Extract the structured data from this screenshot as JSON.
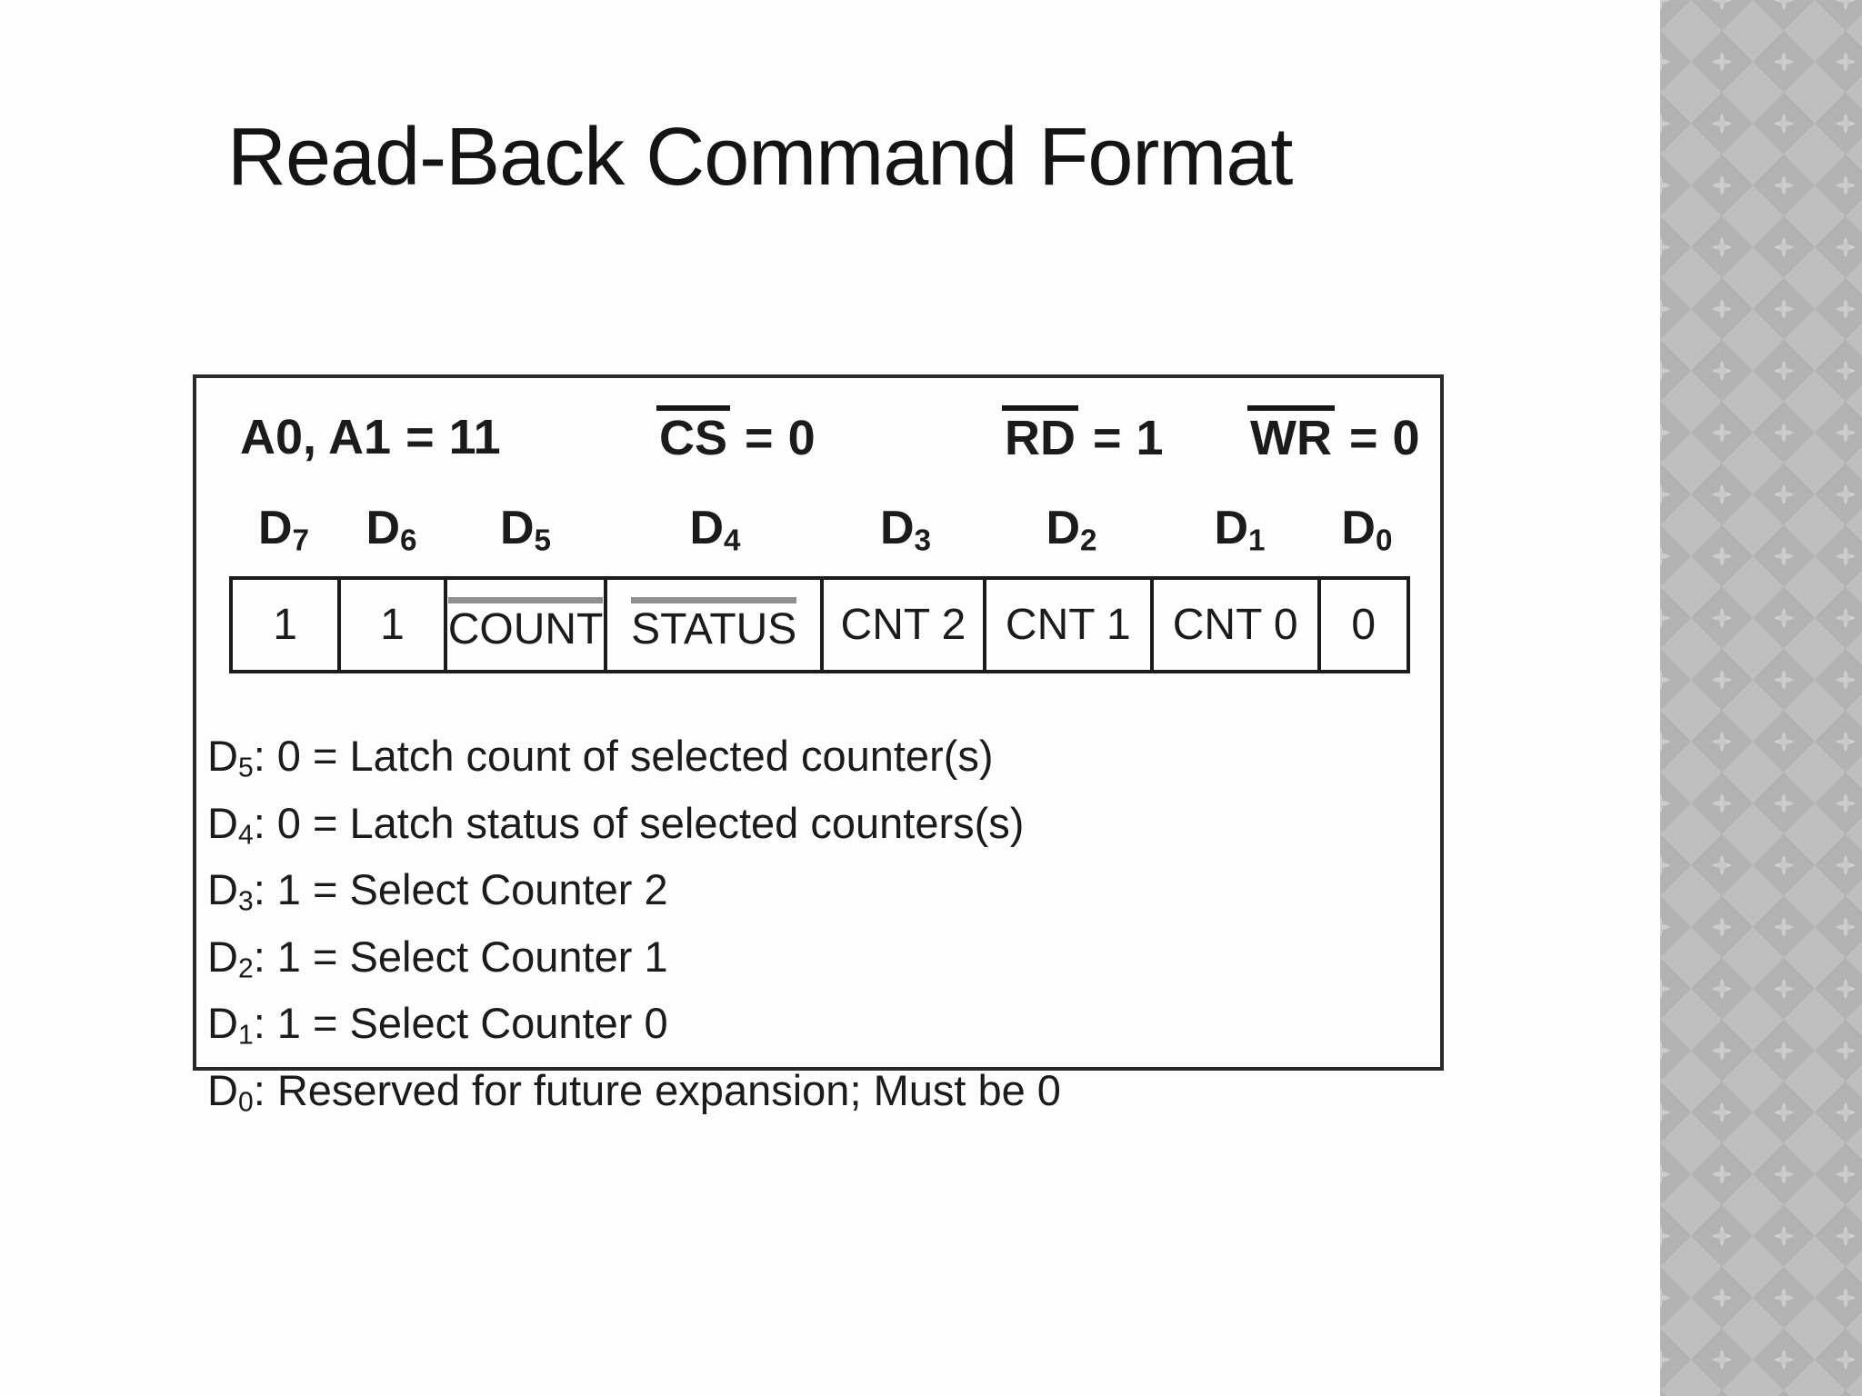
{
  "slide": {
    "title": "Read-Back Command Format"
  },
  "panel": {
    "signal_line": [
      {
        "label": "A0, A1",
        "eq": "=",
        "value": "11",
        "overline": false
      },
      {
        "label": "CS",
        "eq": "=",
        "value": "0",
        "overline": true
      },
      {
        "label": "RD",
        "eq": "=",
        "value": "1",
        "overline": true
      },
      {
        "label": "WR",
        "eq": "=",
        "value": "0",
        "overline": true
      }
    ],
    "bit_labels": [
      {
        "base": "D",
        "sub": "7"
      },
      {
        "base": "D",
        "sub": "6"
      },
      {
        "base": "D",
        "sub": "5"
      },
      {
        "base": "D",
        "sub": "4"
      },
      {
        "base": "D",
        "sub": "3"
      },
      {
        "base": "D",
        "sub": "2"
      },
      {
        "base": "D",
        "sub": "1"
      },
      {
        "base": "D",
        "sub": "0"
      }
    ],
    "bit_cells": [
      {
        "text": "1",
        "overline": false
      },
      {
        "text": "1",
        "overline": false
      },
      {
        "text": "COUNT",
        "overline": true
      },
      {
        "text": "STATUS",
        "overline": true
      },
      {
        "text": "CNT 2",
        "overline": false
      },
      {
        "text": "CNT 1",
        "overline": false
      },
      {
        "text": "CNT 0",
        "overline": false
      },
      {
        "text": "0",
        "overline": false
      }
    ],
    "descriptions": [
      {
        "base": "D",
        "sub": "5",
        "sep": ": 0 = ",
        "text": "Latch count of selected counter(s)"
      },
      {
        "base": "D",
        "sub": "4",
        "sep": ": 0 = ",
        "text": "Latch status of selected counters(s)"
      },
      {
        "base": "D",
        "sub": "3",
        "sep": ": 1 = ",
        "text": "Select Counter 2"
      },
      {
        "base": "D",
        "sub": "2",
        "sep": ": 1 = ",
        "text": "Select Counter 1"
      },
      {
        "base": "D",
        "sub": "1",
        "sep": ": 1 = ",
        "text": "Select Counter 0"
      },
      {
        "base": "D",
        "sub": "0",
        "sep": ": ",
        "text": "Reserved for future expansion; Must be 0"
      }
    ]
  },
  "colors": {
    "background": "#fdfdfd",
    "text": "#1b1b1b",
    "box_border": "#2a2a2a",
    "table_border": "#1c1c1c",
    "cell_overline": "#8f8f8f",
    "strip_light": "#bfbfbf",
    "strip_dark": "#b2b2b2",
    "strip_sparkle": "#cbcbcb"
  }
}
